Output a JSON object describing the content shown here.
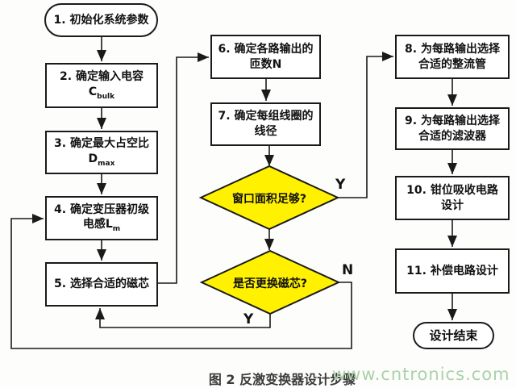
{
  "figure": {
    "caption": "图 2 反激变换器设计步骤",
    "watermark": "www.cntronics.com"
  },
  "colors": {
    "diamond_fill": "#fff100",
    "box_border": "#1a1a1a",
    "watermark_green": "#a9d2a9",
    "caption_gray": "#3b3b3b"
  },
  "nodes": {
    "start": {
      "label": "1. 初始化系统参数"
    },
    "n2": {
      "line1": "2. 确定输入电容",
      "var_base": "C",
      "var_sub": "bulk"
    },
    "n3": {
      "line1": "3. 确定最大占空比",
      "var_base": "D",
      "var_sub": "max"
    },
    "n4": {
      "line1": "4. 确定变压器初级",
      "line2_prefix": "电感",
      "var_base": "L",
      "var_sub": "m"
    },
    "n5": {
      "label": "5. 选择合适的磁芯"
    },
    "n6": {
      "line1": "6. 确定各路输出的",
      "line2": "匝数N"
    },
    "n7": {
      "line1": "7. 确定每组线圈的",
      "line2": "线径"
    },
    "d1": {
      "label": "窗口面积足够?"
    },
    "d2": {
      "label": "是否更换磁芯?"
    },
    "n8": {
      "line1": "8. 为每路输出选择",
      "line2": "合适的整流管"
    },
    "n9": {
      "line1": "9. 为每路输出选择",
      "line2": "合适的滤波器"
    },
    "n10": {
      "line1": "10. 钳位吸收电路",
      "line2": "设计"
    },
    "n11": {
      "label": "11. 补偿电路设计"
    },
    "end": {
      "label": "设计结束"
    }
  },
  "edge_labels": {
    "d1_yes": "Y",
    "d2_no": "N",
    "d2_yes": "Y"
  }
}
